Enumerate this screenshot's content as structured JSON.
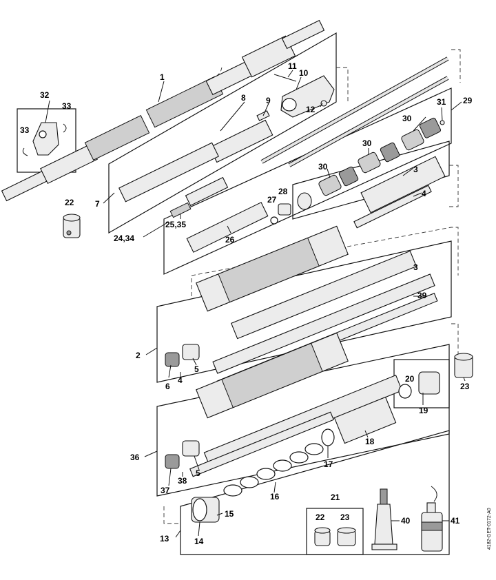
{
  "diagram": {
    "drawing_code": "4182-GET-0172-A0",
    "callouts": [
      {
        "id": "c1",
        "text": "1"
      },
      {
        "id": "c2",
        "text": "2"
      },
      {
        "id": "c3a",
        "text": "3"
      },
      {
        "id": "c3b",
        "text": "3"
      },
      {
        "id": "c4a",
        "text": "4"
      },
      {
        "id": "c4b",
        "text": "4"
      },
      {
        "id": "c5a",
        "text": "5"
      },
      {
        "id": "c5b",
        "text": "5"
      },
      {
        "id": "c6",
        "text": "6"
      },
      {
        "id": "c7",
        "text": "7"
      },
      {
        "id": "c8",
        "text": "8"
      },
      {
        "id": "c9",
        "text": "9"
      },
      {
        "id": "c10",
        "text": "10"
      },
      {
        "id": "c11",
        "text": "11"
      },
      {
        "id": "c12",
        "text": "12"
      },
      {
        "id": "c13",
        "text": "13"
      },
      {
        "id": "c14",
        "text": "14"
      },
      {
        "id": "c15",
        "text": "15"
      },
      {
        "id": "c16",
        "text": "16"
      },
      {
        "id": "c17",
        "text": "17"
      },
      {
        "id": "c18",
        "text": "18"
      },
      {
        "id": "c19",
        "text": "19"
      },
      {
        "id": "c20",
        "text": "20"
      },
      {
        "id": "c21",
        "text": "21"
      },
      {
        "id": "c22a",
        "text": "22"
      },
      {
        "id": "c22b",
        "text": "22"
      },
      {
        "id": "c23a",
        "text": "23"
      },
      {
        "id": "c23b",
        "text": "23"
      },
      {
        "id": "c2435",
        "text": "24,34"
      },
      {
        "id": "c2535",
        "text": "25,35"
      },
      {
        "id": "c26",
        "text": "26"
      },
      {
        "id": "c27",
        "text": "27"
      },
      {
        "id": "c28",
        "text": "28"
      },
      {
        "id": "c29",
        "text": "29"
      },
      {
        "id": "c30a",
        "text": "30"
      },
      {
        "id": "c30b",
        "text": "30"
      },
      {
        "id": "c30c",
        "text": "30"
      },
      {
        "id": "c31",
        "text": "31"
      },
      {
        "id": "c32",
        "text": "32"
      },
      {
        "id": "c33a",
        "text": "33"
      },
      {
        "id": "c33b",
        "text": "33"
      },
      {
        "id": "c36",
        "text": "36"
      },
      {
        "id": "c37",
        "text": "37"
      },
      {
        "id": "c38",
        "text": "38"
      },
      {
        "id": "c39",
        "text": "39"
      },
      {
        "id": "c40",
        "text": "40"
      },
      {
        "id": "c41",
        "text": "41"
      }
    ]
  }
}
